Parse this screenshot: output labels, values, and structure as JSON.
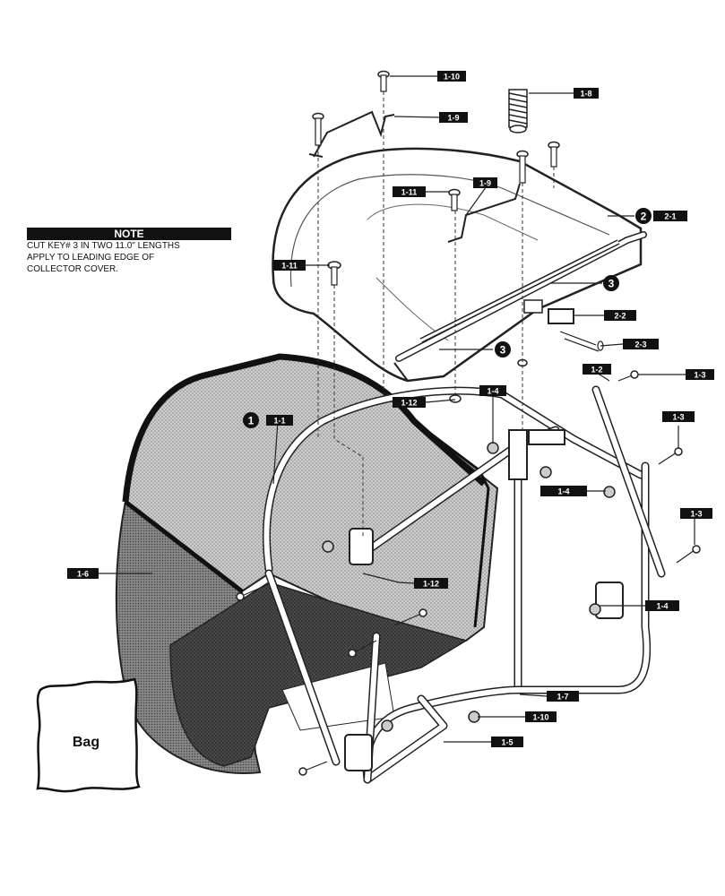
{
  "note": {
    "heading": "NOTE",
    "lines": [
      "CUT KEY# 3 IN TWO 11.0\" LENGTHS",
      "APPLY TO LEADING EDGE OF",
      "COLLECTOR COVER."
    ]
  },
  "bag_label": "Bag",
  "callouts": {
    "c1": "1",
    "c2": "2",
    "c3a": "3",
    "c3b": "3"
  },
  "part_labels": {
    "p1_10_top": "1-10",
    "p1_8": "1-8",
    "p1_9_top": "1-9",
    "p1_9_mid": "1-9",
    "p1_11_mid": "1-11",
    "p2_1": "2-1",
    "p1_11_left": "1-11",
    "p2_2": "2-2",
    "p2_3": "2-3",
    "p1_2": "1-2",
    "p1_3_a": "1-3",
    "p1_12_top": "1-12",
    "p1_4_top": "1-4",
    "p1_1": "1-1",
    "p1_3_b": "1-3",
    "p1_4_mid": "1-4",
    "p1_3_c": "1-3",
    "p1_6": "1-6",
    "p1_12_low": "1-12",
    "p1_4_low": "1-4",
    "p1_7": "1-7",
    "p1_10_low": "1-10",
    "p1_5": "1-5"
  }
}
